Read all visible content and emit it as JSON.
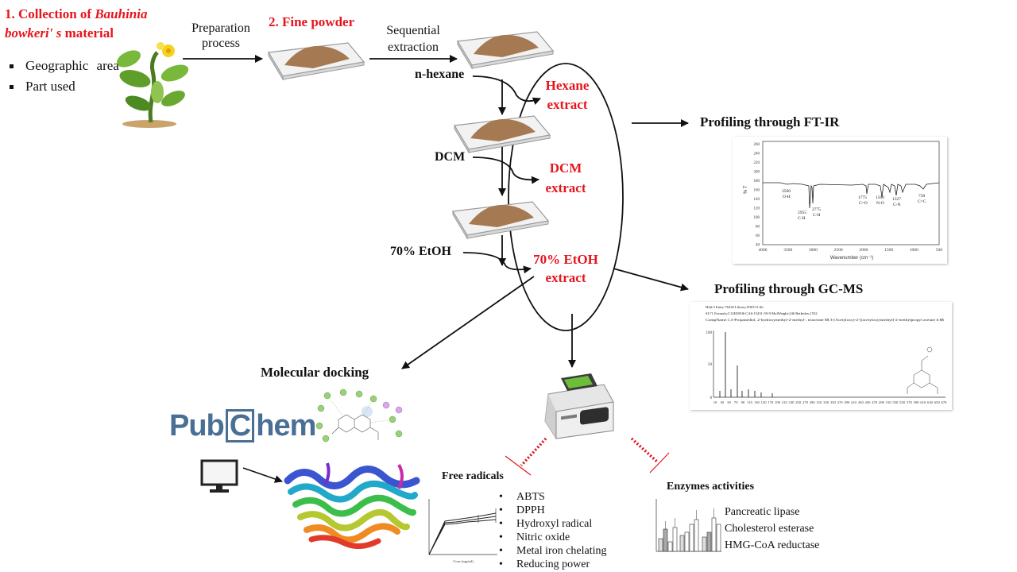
{
  "step1": {
    "number": "1.",
    "title_a": "Collection of ",
    "title_italic": "Bauhinia bowkeri' s",
    "title_b": " material",
    "bullets": [
      "Geographic area",
      "Part used"
    ]
  },
  "preparation_label": "Preparation process",
  "step2": {
    "title": "2. Fine powder"
  },
  "sequential_label": "Sequential extraction",
  "solvents": {
    "hexane": "n-hexane",
    "dcm": "DCM",
    "etoh": "70% EtOH"
  },
  "extracts": {
    "hexane": [
      "Hexane",
      "extract"
    ],
    "dcm": [
      "DCM",
      "extract"
    ],
    "etoh": [
      "70% EtOH",
      "extract"
    ]
  },
  "ftir": {
    "title": "Profiling through FT-IR",
    "y_ticks": [
      "260",
      "240",
      "220",
      "200",
      "180",
      "160",
      "140",
      "120",
      "100",
      "80",
      "60",
      "40"
    ],
    "x_ticks": [
      "4000",
      "3500",
      "3000",
      "2500",
      "2000",
      "1500",
      "1000",
      "500"
    ],
    "y_label": "% T",
    "x_label": "Wavenumber (cm⁻¹)",
    "peaks": [
      {
        "wn": "3500",
        "grp": "O-H"
      },
      {
        "wn": "2955",
        "grp": "C-H"
      },
      {
        "wn": "2775",
        "grp": "C-H"
      },
      {
        "wn": "1775",
        "grp": "C=O"
      },
      {
        "wn": "1500",
        "grp": "N-O"
      },
      {
        "wn": "1327",
        "grp": "C-N"
      },
      {
        "wn": "730",
        "grp": "C=C"
      }
    ]
  },
  "gcms": {
    "title": "Profiling through GC-MS",
    "header_lines": [
      "Hit#:3 Entry:76230 Library:NIST11.lib",
      "SI:71 Formula:C12H18O6 CAS:15431-59-9 MolWeight:246 RetIndex:1532",
      "CompName:1,3-Propanediol, 2-hydroxymethyl-2-methyl-, triacetate $$ 3-(Acetyloxy)-2-[(acetyloxy)methyl]-2-methylpropyl acetate # $$"
    ],
    "y_ticks": [
      "100",
      "50",
      "0"
    ],
    "x_ticks": [
      "10",
      "30",
      "50",
      "70",
      "90",
      "110",
      "130",
      "150",
      "170",
      "190",
      "210",
      "230",
      "250",
      "270",
      "290",
      "310",
      "330",
      "350",
      "370",
      "390",
      "410",
      "430",
      "450",
      "470",
      "490",
      "510",
      "530",
      "550",
      "570",
      "590",
      "610",
      "630",
      "650",
      "670"
    ]
  },
  "docking": {
    "title": "Molecular docking",
    "pubchem_a": "Pub",
    "pubchem_b": "C",
    "pubchem_c": "hem"
  },
  "free_radicals": {
    "title": "Free radicals",
    "items": [
      "ABTS",
      "DPPH",
      "Hydroxyl radical",
      "Nitric oxide",
      "Metal iron chelating",
      "Reducing power"
    ],
    "chart_x_label": "Conc (mg/ml)"
  },
  "enzymes": {
    "title": "Enzymes activities",
    "items": [
      "Pancreatic lipase",
      "Cholesterol esterase",
      "HMG-CoA reductase"
    ]
  },
  "colors": {
    "accent_red": "#e8141c",
    "powder": "#a57a52"
  }
}
